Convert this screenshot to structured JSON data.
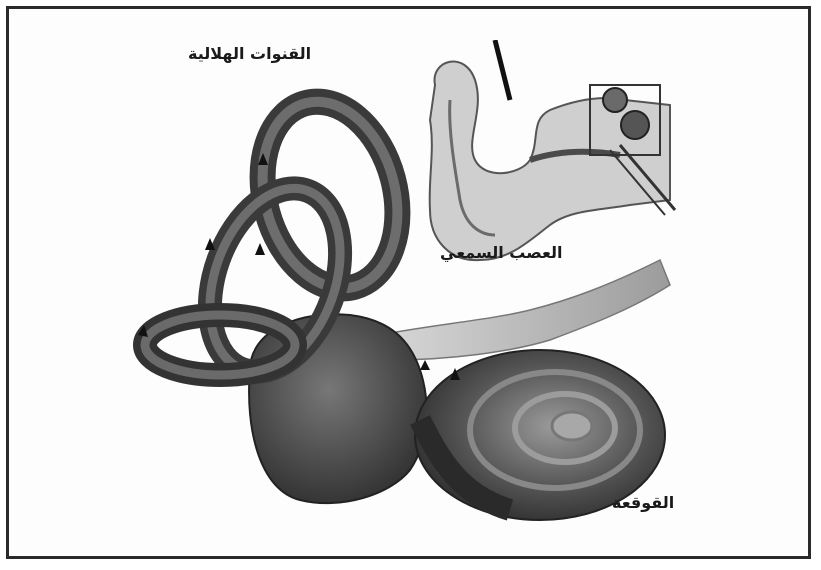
{
  "labels": {
    "semicircular_canals": "القنوات الهلالية",
    "auditory_nerve": "العصب السمعي",
    "cochlea": "القوقعة"
  },
  "colors": {
    "frame": "#2a2a2a",
    "structure_dark": "#3c3c3c",
    "structure_mid": "#6a6a6a",
    "structure_light": "#b5b5b5",
    "background": "#ffffff"
  }
}
